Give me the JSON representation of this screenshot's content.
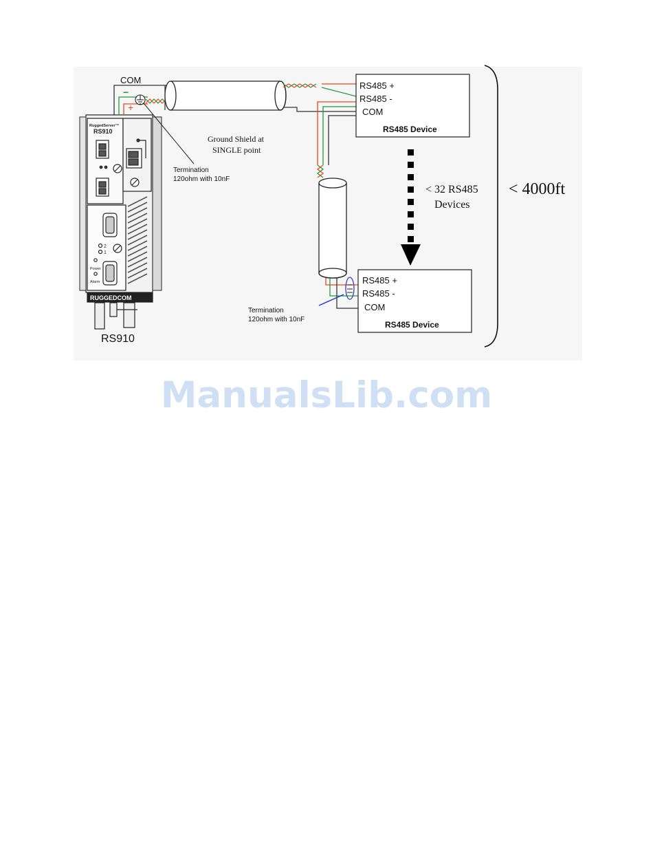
{
  "diagram": {
    "com_label": "COM",
    "minus_sign": "−",
    "plus_sign": "+",
    "device_brand_small": "RuggedServer™",
    "device_model_small": "RS910",
    "device_led_2": "2",
    "device_led_1": "1",
    "device_power": "Power",
    "device_alarm": "Alarm",
    "device_brand_bottom": "RUGGEDCOM",
    "device_caption": "RS910",
    "ground_shield_line1": "Ground Shield at",
    "ground_shield_line2": "SINGLE point",
    "termination_top_line1": "Termination",
    "termination_top_line2": "120ohm with 10nF",
    "termination_bottom_line1": "Termination",
    "termination_bottom_line2": "120ohm with 10nF",
    "device_top": {
      "rs485_plus": "RS485 +",
      "rs485_minus": "RS485 -",
      "com": "COM",
      "title": "RS485 Device"
    },
    "device_bottom": {
      "rs485_plus": "RS485 +",
      "rs485_minus": "RS485 -",
      "com": "COM",
      "title": "RS485 Device"
    },
    "devices_count_line1": "< 32 RS485",
    "devices_count_line2": "Devices",
    "distance": "< 4000ft",
    "colors": {
      "wire_red": "#e8481e",
      "wire_green": "#1f9a3a",
      "panel_bg": "#f6f6f6",
      "arrow_blue": "#1f2fd0"
    }
  },
  "watermark": "ManualsLib.com"
}
